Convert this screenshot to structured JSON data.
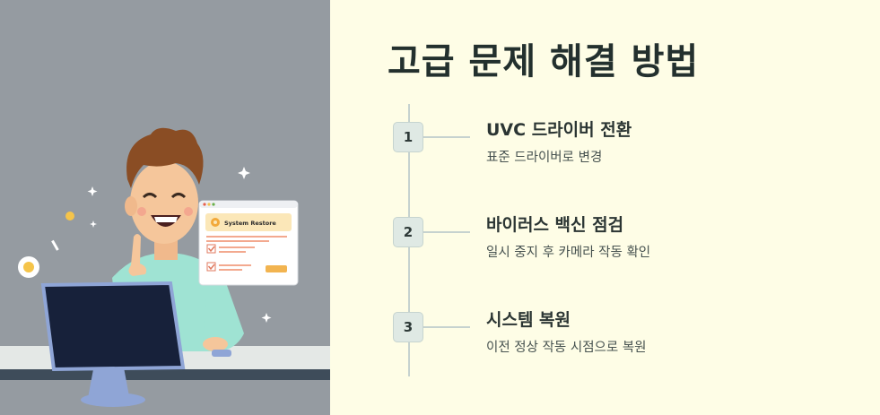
{
  "title": "고급 문제 해결 방법",
  "illustration": {
    "window_label": "System Restore",
    "colors": {
      "panel": "#959ba1",
      "shirt": "#9fe3d3",
      "hair": "#8a4d24",
      "skin": "#f5c69b",
      "monitor": "#17213a",
      "stand": "#8fa5d6"
    }
  },
  "steps": [
    {
      "number": "1",
      "title": "UVC 드라이버 전환",
      "description": "표준 드라이버로 변경"
    },
    {
      "number": "2",
      "title": "바이러스 백신 점검",
      "description": "일시 중지 후 카메라 작동 확인"
    },
    {
      "number": "3",
      "title": "시스템 복원",
      "description": "이전 정상 작동 시점으로 복원"
    }
  ],
  "colors": {
    "background": "#fefde6",
    "heading": "#23302e",
    "badge": "#dfe9e4",
    "line": "#c6d2cf"
  }
}
